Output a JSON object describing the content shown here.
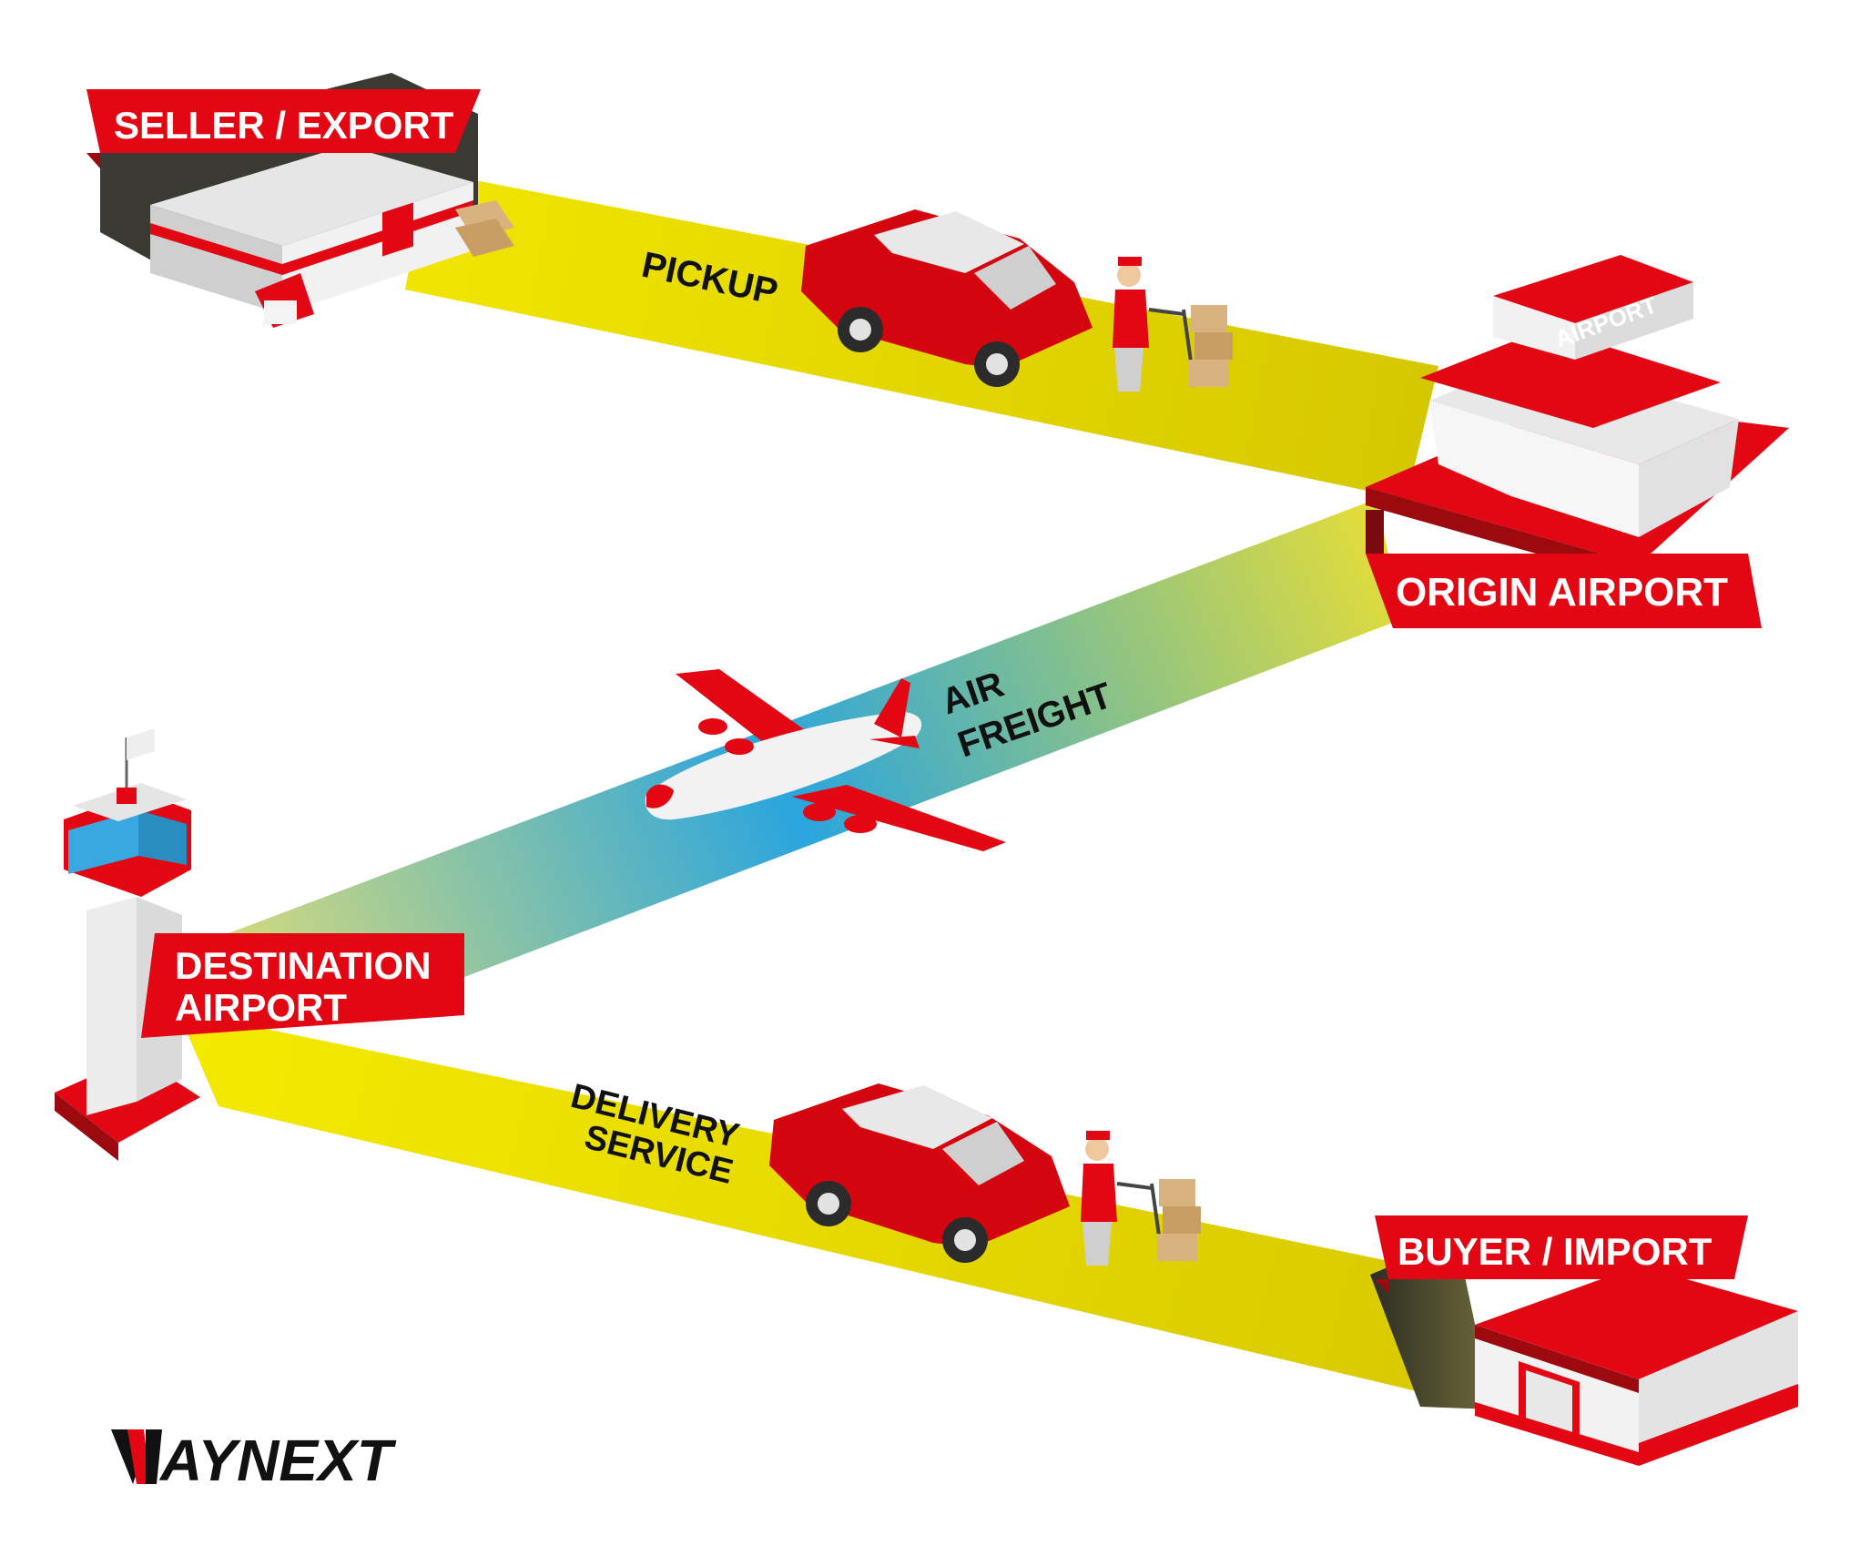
{
  "stages": {
    "seller": "SELLER / EXPORT",
    "origin": "ORIGIN AIRPORT",
    "destination_line1": "DESTINATION",
    "destination_line2": "AIRPORT",
    "buyer": "BUYER / IMPORT"
  },
  "routes": {
    "pickup": "PICKUP",
    "air_line1": "AIR",
    "air_line2": "FREIGHT",
    "delivery_line1": "DELIVERY",
    "delivery_line2": "SERVICE"
  },
  "signage": {
    "airport_roof": "AIRPORT"
  },
  "brand": {
    "logo_rest": "AYNEXT",
    "logo_full": "WAYNEXT"
  },
  "colors": {
    "brand_red": "#e30613",
    "dark_red": "#9c0a10",
    "road_yellow": "#e8d400",
    "sky_blue": "#2aa5de",
    "shadow": "#3b3a2c"
  },
  "icons": [
    "warehouse-icon",
    "car-icon",
    "courier-icon",
    "airport-terminal-icon",
    "airplane-icon",
    "control-tower-icon"
  ]
}
